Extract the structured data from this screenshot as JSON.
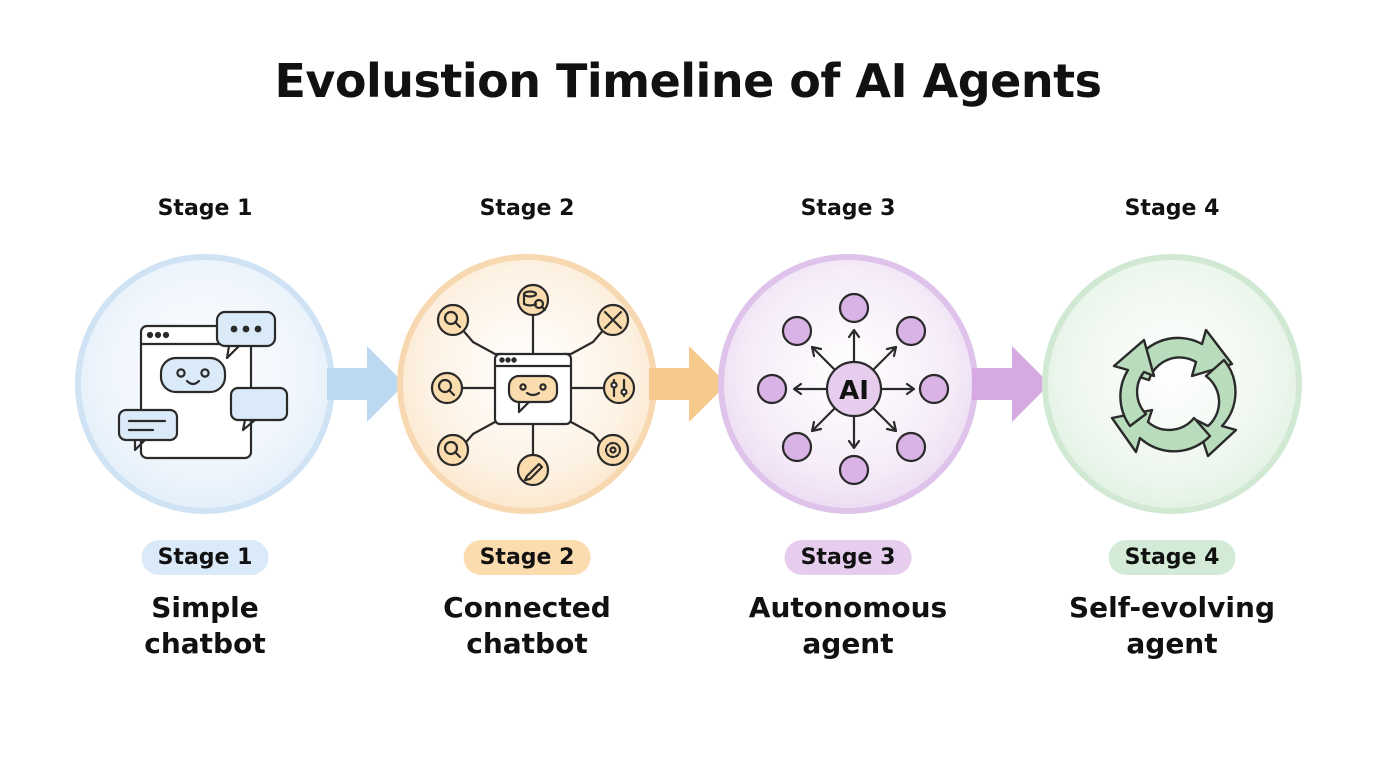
{
  "title": "Evolustion Timeline of AI Agents",
  "stages": [
    {
      "top_label": "Stage 1",
      "pill": "Stage 1",
      "name_line1": "Simple",
      "name_line2": "chatbot",
      "color": "#bcd9f2"
    },
    {
      "top_label": "Stage 2",
      "pill": "Stage 2",
      "name_line1": "Connected",
      "name_line2": "chatbot",
      "color": "#f6c98d"
    },
    {
      "top_label": "Stage 3",
      "pill": "Stage 3",
      "name_line1": "Autonomous",
      "name_line2": "agent",
      "color": "#d7a9e4"
    },
    {
      "top_label": "Stage 4",
      "pill": "Stage 4",
      "name_line1": "Self-evolving",
      "name_line2": "agent",
      "color": "#b8dcbc"
    }
  ],
  "hub_label": "AI",
  "icons": [
    "chat-window-icon",
    "tool-network-icon",
    "agent-hub-icon",
    "cycle-arrows-icon"
  ]
}
